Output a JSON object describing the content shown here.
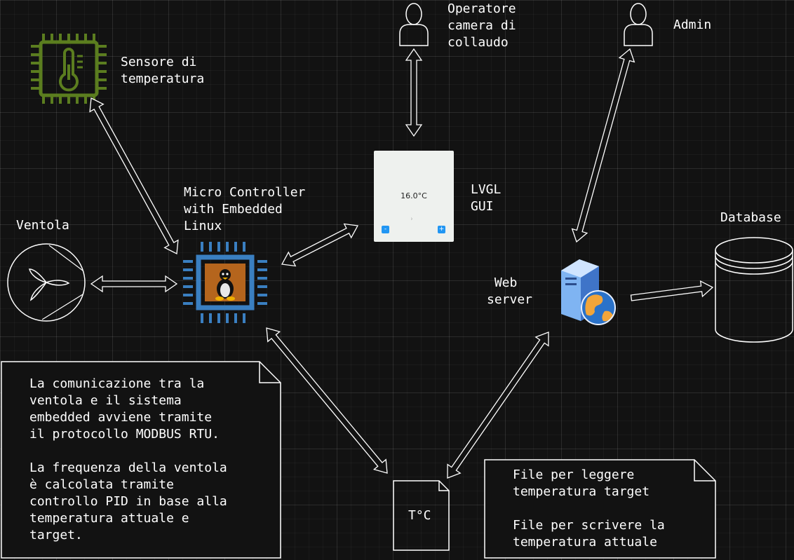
{
  "labels": {
    "temperature_sensor": "Sensore di\ntemperatura",
    "fan": "Ventola",
    "microcontroller": "Micro Controller\nwith Embedded\nLinux",
    "operator": "Operatore\ncamera di\ncollaudo",
    "admin": "Admin",
    "lvgl_gui": "LVGL\nGUI",
    "web_server": " Web\nserver",
    "database": "Database"
  },
  "lvgl_panel": {
    "temperature": "16.0°C",
    "minus": "-",
    "plus": "+"
  },
  "file": {
    "label": "T°C"
  },
  "notes": {
    "modbus": "La comunicazione tra la\nventola e il sistema\nembedded avviene tramite\nil protocollo MODBUS RTU.\n\nLa frequenza della ventola\nè calcolata tramite\ncontrollo PID in base alla\ntemperatura attuale e\ntarget.",
    "files": "File per leggere\ntemperatura target\n\nFile per scrivere la\ntemperatura attuale"
  },
  "colors": {
    "background": "#121212",
    "sensor_green": "#5b7d1f",
    "chip_blue": "#3a7fc1",
    "chip_core": "#b5651d",
    "lvgl_button": "#2196f3"
  },
  "icons": {
    "sensor": "thermometer-chip-icon",
    "microcontroller": "linux-chip-icon",
    "fan": "fan-icon",
    "user": "user-icon",
    "server": "web-server-icon",
    "database": "database-icon",
    "file": "file-icon"
  }
}
